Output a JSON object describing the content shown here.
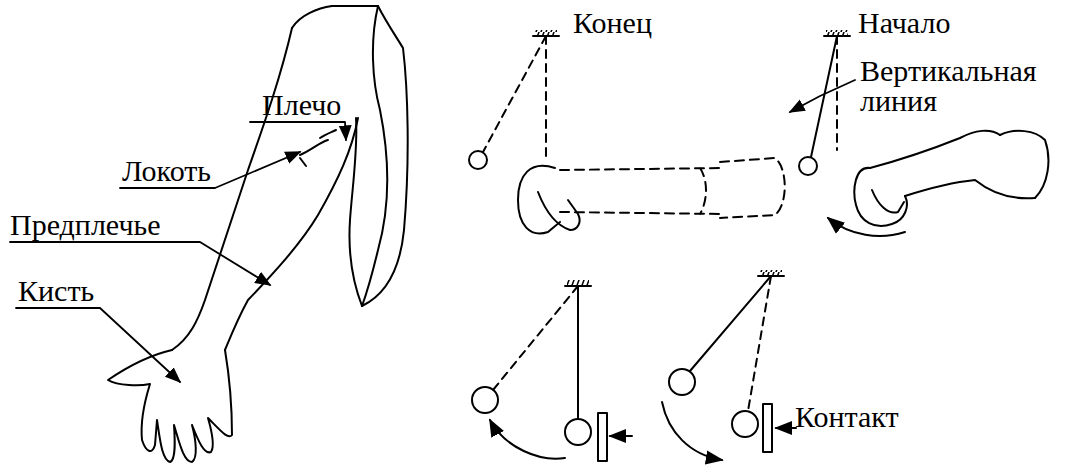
{
  "diagram": {
    "labels": [
      "Плечо",
      "Локоть",
      "Предплечье",
      "Кисть",
      "Конец",
      "Начало",
      "Вертикальная линия",
      "Контакт"
    ]
  }
}
